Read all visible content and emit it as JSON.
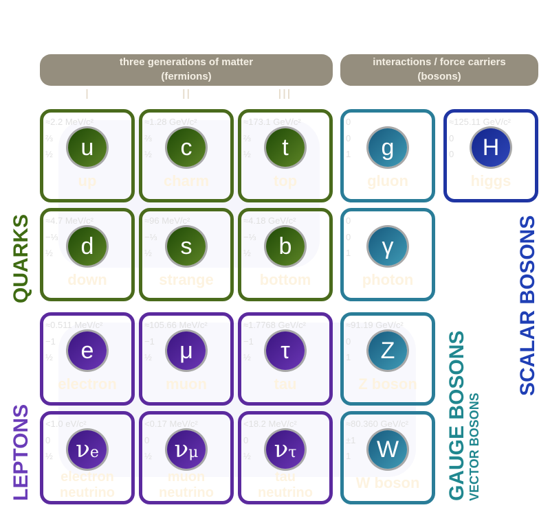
{
  "headers": {
    "fermions_line1": "three generations of matter",
    "fermions_line2": "(fermions)",
    "bosons_line1": "interactions / force carriers",
    "bosons_line2": "(bosons)"
  },
  "generations": [
    "I",
    "II",
    "III"
  ],
  "side_labels": {
    "quarks": "QUARKS",
    "leptons": "LEPTONS",
    "gauge_bosons": "GAUGE BOSONS",
    "vector_bosons": "VECTOR BOSONS",
    "scalar_bosons": "SCALAR BOSONS"
  },
  "colors": {
    "quark": "#4a6b1c",
    "lepton": "#5b2a9e",
    "gauge": "#2a7d98",
    "scalar": "#1f35a3",
    "header": "#958e7e"
  },
  "particles": {
    "up": {
      "mass": "≈2.2 MeV/c²",
      "charge": "⅔",
      "spin": "½",
      "symbol": "u",
      "name": "up"
    },
    "charm": {
      "mass": "≈1.28 GeV/c²",
      "charge": "⅔",
      "spin": "½",
      "symbol": "c",
      "name": "charm"
    },
    "top": {
      "mass": "≈173.1 GeV/c²",
      "charge": "⅔",
      "spin": "½",
      "symbol": "t",
      "name": "top"
    },
    "gluon": {
      "mass": "0",
      "charge": "0",
      "spin": "1",
      "symbol": "g",
      "name": "gluon"
    },
    "higgs": {
      "mass": "≈125.11 GeV/c²",
      "charge": "0",
      "spin": "0",
      "symbol": "H",
      "name": "higgs"
    },
    "down": {
      "mass": "≈4.7 MeV/c²",
      "charge": "−⅓",
      "spin": "½",
      "symbol": "d",
      "name": "down"
    },
    "strange": {
      "mass": "≈96 MeV/c²",
      "charge": "−⅓",
      "spin": "½",
      "symbol": "s",
      "name": "strange"
    },
    "bottom": {
      "mass": "≈4.18 GeV/c²",
      "charge": "−⅓",
      "spin": "½",
      "symbol": "b",
      "name": "bottom"
    },
    "photon": {
      "mass": "0",
      "charge": "0",
      "spin": "1",
      "symbol": "γ",
      "name": "photon"
    },
    "electron": {
      "mass": "≈0.511 MeV/c²",
      "charge": "−1",
      "spin": "½",
      "symbol": "e",
      "name": "electron"
    },
    "muon": {
      "mass": "≈105.66 MeV/c²",
      "charge": "−1",
      "spin": "½",
      "symbol": "μ",
      "name": "muon"
    },
    "tau": {
      "mass": "≈1.7768 GeV/c²",
      "charge": "−1",
      "spin": "½",
      "symbol": "τ",
      "name": "tau"
    },
    "z_boson": {
      "mass": "≈91.19 GeV/c²",
      "charge": "0",
      "spin": "1",
      "symbol": "Z",
      "name": "Z boson"
    },
    "electron_neutrino": {
      "mass": "<1.0 eV/c²",
      "charge": "0",
      "spin": "½",
      "symbol": "ν",
      "symbol_sub": "e",
      "name_line1": "electron",
      "name_line2": "neutrino"
    },
    "muon_neutrino": {
      "mass": "<0.17 MeV/c²",
      "charge": "0",
      "spin": "½",
      "symbol": "ν",
      "symbol_sub": "μ",
      "name_line1": "muon",
      "name_line2": "neutrino"
    },
    "tau_neutrino": {
      "mass": "<18.2 MeV/c²",
      "charge": "0",
      "spin": "½",
      "symbol": "ν",
      "symbol_sub": "τ",
      "name_line1": "tau",
      "name_line2": "neutrino"
    },
    "w_boson": {
      "mass": "≈80.360 GeV/c²",
      "charge": "±1",
      "spin": "1",
      "symbol": "W",
      "name": "W boson"
    }
  }
}
